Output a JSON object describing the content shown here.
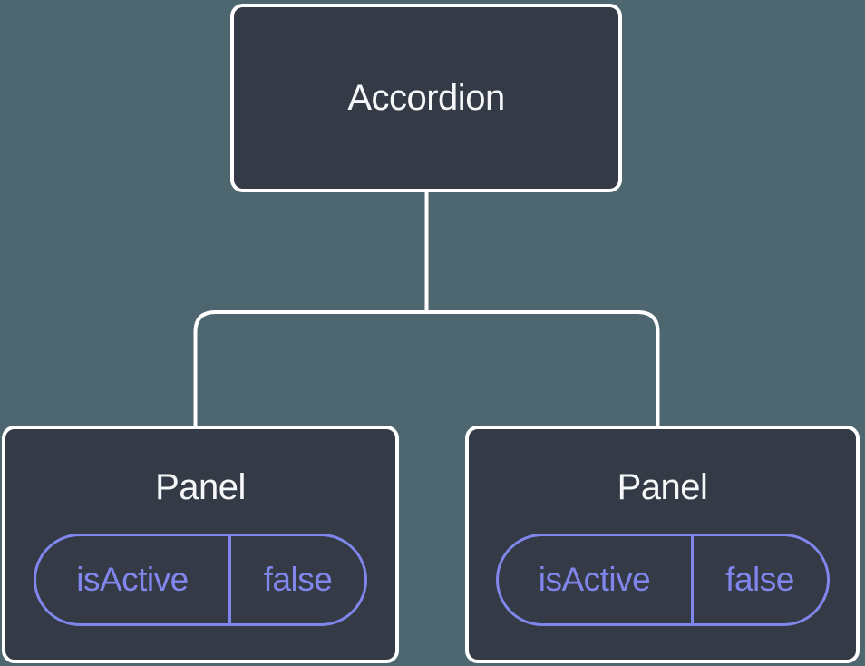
{
  "colors": {
    "background": "#4d6670",
    "node-fill": "#343b47",
    "node-border": "#ffffff",
    "connector": "#ffffff",
    "title": "#f6f7f9",
    "accent": "#8186ec"
  },
  "tree": {
    "root": {
      "label": "Accordion"
    },
    "children": [
      {
        "label": "Panel",
        "state": {
          "key": "isActive",
          "value": "false"
        }
      },
      {
        "label": "Panel",
        "state": {
          "key": "isActive",
          "value": "false"
        }
      }
    ]
  }
}
